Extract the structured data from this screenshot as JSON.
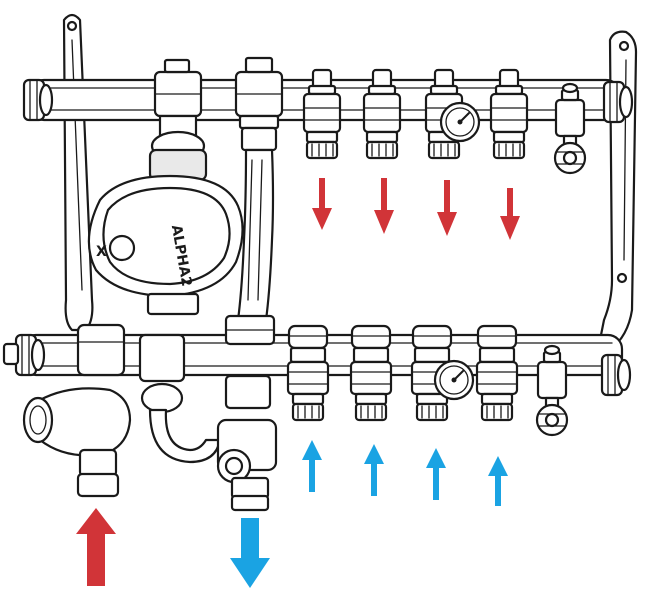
{
  "pump": {
    "brand_label": "ALPHA2",
    "logo_mark": "X"
  },
  "colors": {
    "supply_arrow": "#d13438",
    "return_arrow": "#1aa3e3",
    "line": "#1a1a1a",
    "shade": "#e9e9e9"
  },
  "arrows": {
    "supply_outlets": 4,
    "return_inlets": 4,
    "main_supply_in": "up",
    "main_return_out": "down"
  }
}
